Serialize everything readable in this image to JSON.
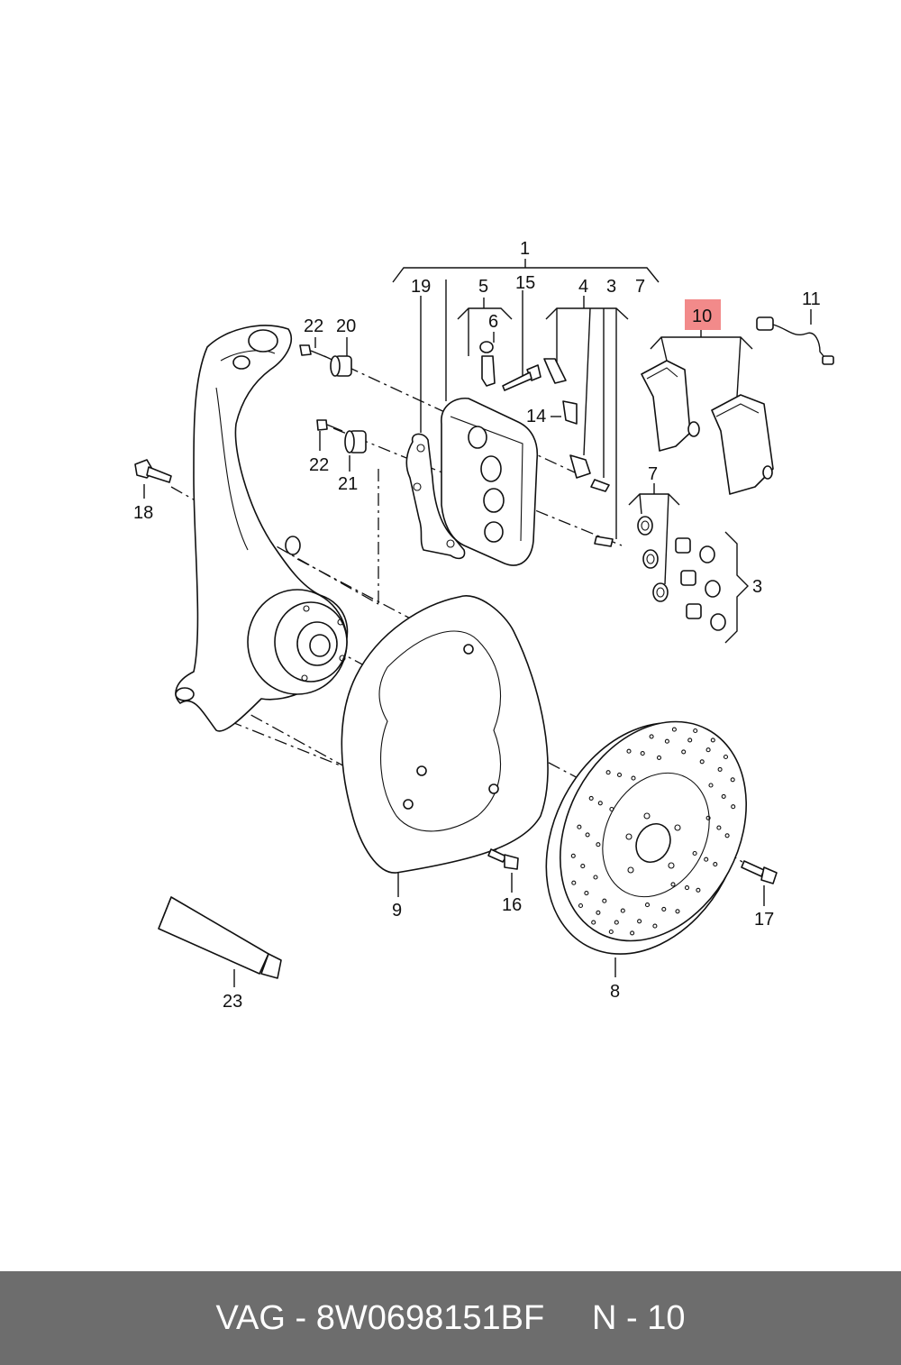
{
  "callouts": {
    "c1": "1",
    "c19": "19",
    "c5": "5",
    "c15": "15",
    "c4": "4",
    "c3a": "3",
    "c7a": "7",
    "c6": "6",
    "c22a": "22",
    "c20": "20",
    "c14": "14",
    "c22b": "22",
    "c21": "21",
    "c18": "18",
    "c10": "10",
    "c11": "11",
    "c7b": "7",
    "c3b": "3",
    "c9": "9",
    "c16": "16",
    "c8": "8",
    "c17": "17",
    "c23": "23"
  },
  "highlight": {
    "part": "10",
    "color": "#f28a8a"
  },
  "footer": {
    "brand": "VAG",
    "part_number": "8W0698151BF",
    "position": "N - 10",
    "separator": "-"
  },
  "colors": {
    "footer_bg": "#6d6d6d",
    "footer_text": "#ffffff",
    "line": "#111111"
  }
}
